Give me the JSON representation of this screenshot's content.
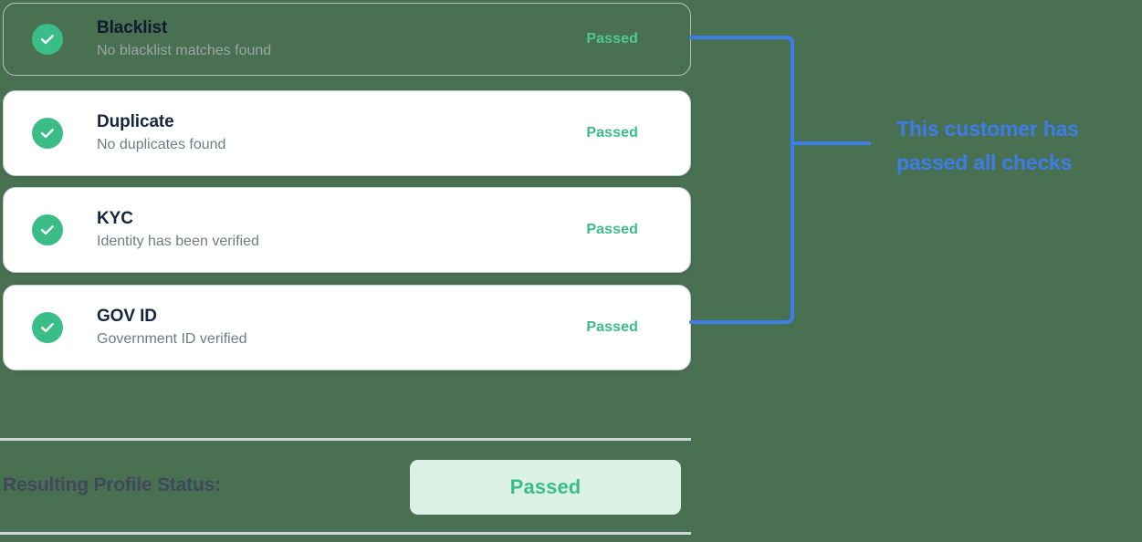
{
  "theme": {
    "background": "#4a7052",
    "card_background": "#ffffff",
    "card_border": "#c9cfd4",
    "title_color": "#16273d",
    "subtitle_color": "#6f7b88",
    "status_green": "#3bbd87",
    "annotation_blue": "#3d7de9",
    "pill_background": "#dcf1e6",
    "divider_color": "#cfd6d8"
  },
  "checks": [
    {
      "id": "blacklist",
      "title": "Blacklist",
      "subtitle": "No blacklist matches found",
      "status": "Passed",
      "icon": "check-circle-icon"
    },
    {
      "id": "duplicate",
      "title": "Duplicate",
      "subtitle": "No duplicates found",
      "status": "Passed",
      "icon": "check-circle-icon"
    },
    {
      "id": "kyc",
      "title": "KYC",
      "subtitle": "Identity has been verified",
      "status": "Passed",
      "icon": "check-circle-icon"
    },
    {
      "id": "gov-id",
      "title": "GOV ID",
      "subtitle": "Government ID verified",
      "status": "Passed",
      "icon": "check-circle-icon"
    }
  ],
  "annotation": {
    "line1": "This customer has",
    "line2": "passed all checks"
  },
  "footer": {
    "label": "Resulting Profile Status:",
    "status": "Passed"
  }
}
